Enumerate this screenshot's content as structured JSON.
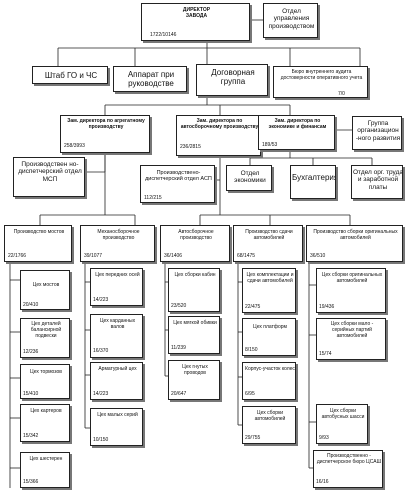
{
  "top": {
    "director": {
      "title": "ДИРЕКТОР ЗАВОДА",
      "code": "1722/10146"
    },
    "production_mgmt": "Отдел управления производством"
  },
  "level2": {
    "shtab": "Штаб ГО и ЧС",
    "apparat": "Аппарат при руководстве",
    "dogovor": "Договорная группа",
    "audit": "Бюро внутреннего аудита достоверности оперативного учета",
    "audit_code": "7/0"
  },
  "deputies": {
    "aggregate": {
      "title": "Зам. директора по агрегатному производству",
      "code": "258/3993"
    },
    "autoassembly": {
      "title": "Зам. директора по автосборочному производству",
      "code": "236/2815"
    },
    "economics": {
      "title": "Зам. директора по экономике и финансам",
      "code": "189/53"
    },
    "org_dev": "Группа организацион -ного развития"
  },
  "aggregate_dispatch": "Производствен но-диспетчерский отдел МСП",
  "assembly_dispatch": {
    "title": "Производствено-диспетчерский отдел АСП",
    "code": "112/215"
  },
  "econ_units": {
    "economics": "Отдел экономики",
    "accounting": "Бухгалтерия",
    "labor": "Отдел орг. труда и заработной платы"
  },
  "columns": {
    "bridges": {
      "title": "Производство мостов",
      "code": "22/1766"
    },
    "mech": {
      "title": "Механосборочное производство",
      "code": "39/1077"
    },
    "assembly": {
      "title": "Автосборочное производство",
      "code": "36/1406"
    },
    "delivery": {
      "title": "Производство сдачи автомобилей",
      "code": "68/1475"
    },
    "original": {
      "title": "Производство сборки оригинальных автомобилей",
      "code": "36/510"
    }
  },
  "shops": {
    "bridges": [
      {
        "name": "Цех мостов",
        "code": "20/410"
      },
      {
        "name": "Цех деталей балансирной подвески",
        "code": "12/236"
      },
      {
        "name": "Цех тормозов",
        "code": "15/410"
      },
      {
        "name": "Цех картеров",
        "code": "15/342"
      },
      {
        "name": "Цех шестерен",
        "code": "15/366"
      }
    ],
    "mech": [
      {
        "name": "Цех передних осей",
        "code": "14/223"
      },
      {
        "name": "Цех карданных валов",
        "code": "16/370"
      },
      {
        "name": "Арматурный цех",
        "code": "14/223"
      },
      {
        "name": "Цех малых серий",
        "code": "10/150"
      }
    ],
    "assembly": [
      {
        "name": "Цех сборки кабин",
        "code": "23/520"
      },
      {
        "name": "Цех мягкой обивки",
        "code": "11/239"
      },
      {
        "name": "Цех гнутых проводов",
        "code": "20/647"
      }
    ],
    "delivery": [
      {
        "name": "Цех комплектации и сдачи автомобилей",
        "code": "22/475"
      },
      {
        "name": "Цех платформ",
        "code": "8/150"
      },
      {
        "name": "Корпус-участок колес",
        "code": "6/95"
      },
      {
        "name": "Цех сборки автомобилей",
        "code": "29/755"
      }
    ],
    "original": [
      {
        "name": "Цех сборки оригинальных автомобилей",
        "code": "19/436"
      },
      {
        "name": "Цех сборки мало - серийных партий автомобилей",
        "code": "15/74"
      },
      {
        "name": "Цех сборки автобусных шасси",
        "code": "9/93"
      },
      {
        "name": "Производственно - диспетчерское бюро ЦСАШ",
        "code": "16/16"
      }
    ]
  }
}
